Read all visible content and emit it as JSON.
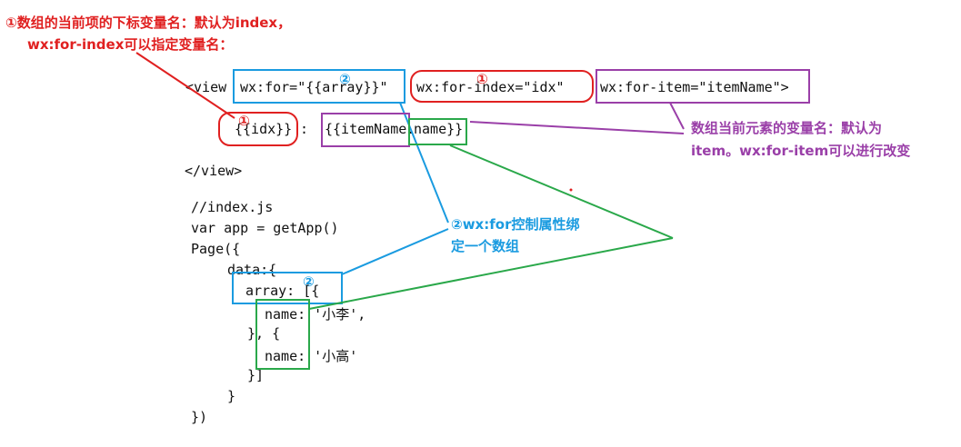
{
  "notes": {
    "red_line1": "①数组的当前项的下标变量名：默认为index，",
    "red_line2": "wx:for-index可以指定变量名：",
    "purple_line1": "数组当前元素的变量名：默认为",
    "purple_line2": "item。wx:for-item可以进行改变",
    "blue_line1": "②wx:for控制属性绑",
    "blue_line2": "定一个数组"
  },
  "markers": {
    "circled_2": "②",
    "circled_1": "①"
  },
  "template": {
    "view_open_a": "<view",
    "wx_for": "wx:for=\"{{array}}\"",
    "wx_for_index": "wx:for-index=\"idx\"",
    "wx_for_item": "wx:for-item=\"itemName\">",
    "idx_expr": "{{idx}}",
    "colon": ":",
    "item_open": "{{itemName.",
    "item_name": "name}}",
    "view_close": "</view>"
  },
  "js": {
    "l1": "//index.js",
    "l2": "var app = getApp()",
    "l3": "Page({",
    "l4": "data:{",
    "l5": "array: [{",
    "l6": "name: '小李',",
    "l7": "}, {",
    "l8": "name: '小高'",
    "l9": "}]",
    "l10": "}",
    "l11": "})"
  },
  "colors": {
    "red": "#e02020",
    "purple": "#9a3fa8",
    "blue": "#1a9be0",
    "green": "#2aa84a"
  }
}
